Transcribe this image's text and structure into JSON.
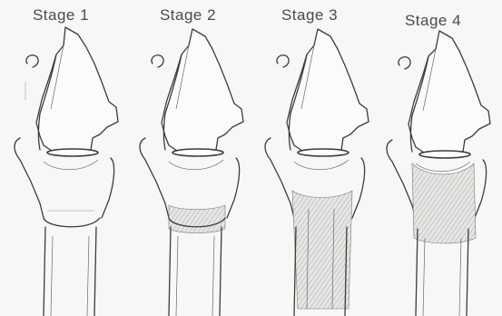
{
  "stages": [
    {
      "label": "Stage 1",
      "stenosis_level": 0
    },
    {
      "label": "Stage 2",
      "stenosis_level": 1
    },
    {
      "label": "Stage 3",
      "stenosis_level": 2
    },
    {
      "label": "Stage 4",
      "stenosis_level": 3
    }
  ],
  "colors": {
    "line": "#3c3c3c",
    "paper": "#f7f7f5"
  },
  "icons": [
    "larynx-trachea-drawing"
  ]
}
